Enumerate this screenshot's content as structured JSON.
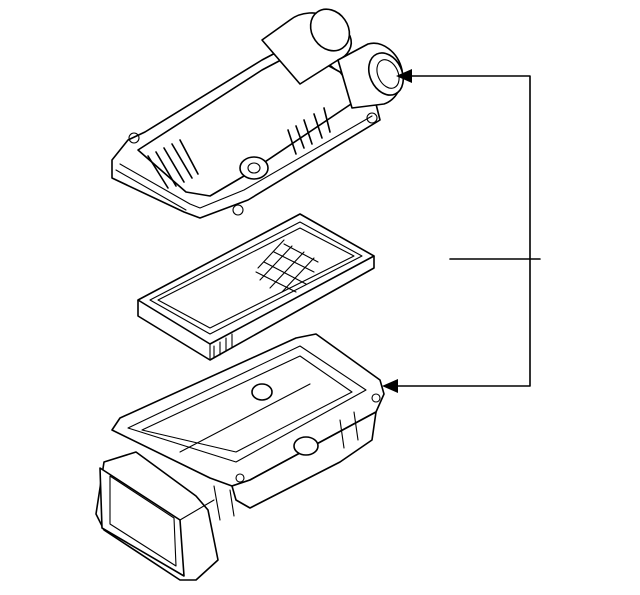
{
  "diagram": {
    "type": "exploded-parts-illustration",
    "parts": [
      {
        "name": "air-cleaner-upper-cover"
      },
      {
        "name": "air-filter-element"
      },
      {
        "name": "air-cleaner-lower-housing"
      }
    ],
    "callout": {
      "style": "bracket-with-two-arrows",
      "label": "",
      "targets": [
        "air-cleaner-upper-cover",
        "air-cleaner-lower-housing"
      ]
    },
    "colors": {
      "line": "#000000",
      "background": "#ffffff"
    }
  }
}
